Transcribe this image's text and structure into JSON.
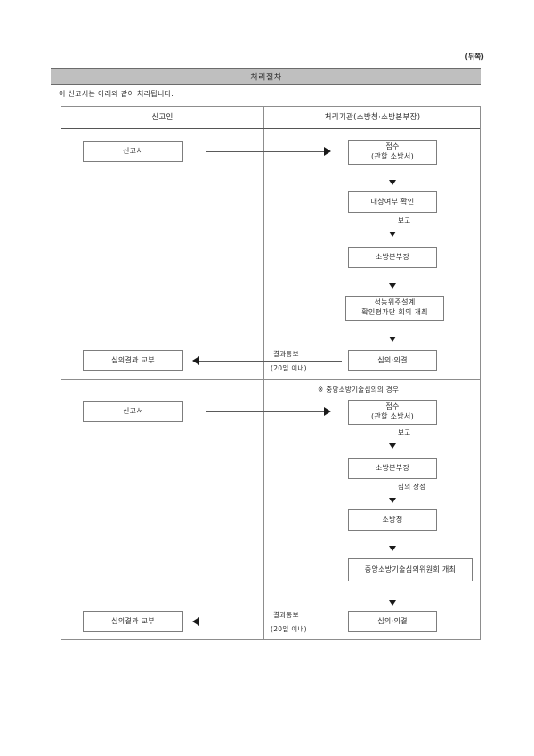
{
  "page": {
    "corner_mark": "(뒤쪽)",
    "title": "처리절차",
    "intro": "이 신고서는 아래와 같이 처리됩니다."
  },
  "table": {
    "headers": {
      "left": "신고인",
      "right": "처리기관(소방청·소방본부장)"
    }
  },
  "section1": {
    "applicant_box": "신고서",
    "receipt_box_line1": "접수",
    "receipt_box_line2": "(관할 소방서)",
    "check_box": "대상여부 확인",
    "report_label": "보고",
    "chief_box": "소방본부장",
    "review_box_line1": "성능위주설계",
    "review_box_line2": "확인평가단 회의 개최",
    "decision_box": "심의·의결",
    "result_box": "심의결과 교부",
    "notify_label_line1": "결과통보",
    "notify_label_line2": "(20일 이내)"
  },
  "section2": {
    "note": "※ 중앙소방기술심의의 경우",
    "applicant_box": "신고서",
    "receipt_box_line1": "접수",
    "receipt_box_line2": "(관할 소방서)",
    "report_label": "보고",
    "chief_box": "소방본부장",
    "submit_label": "심의 상정",
    "agency_box": "소방청",
    "committee_box": "중앙소방기술심의위원회 개최",
    "decision_box": "심의·의결",
    "result_box": "심의결과 교부",
    "notify_label_line1": "결과통보",
    "notify_label_line2": "(20일 이내)"
  },
  "colors": {
    "title_bar_bg": "#bfbfbf",
    "border": "#8d8d8d",
    "text": "#2b2b2b"
  }
}
